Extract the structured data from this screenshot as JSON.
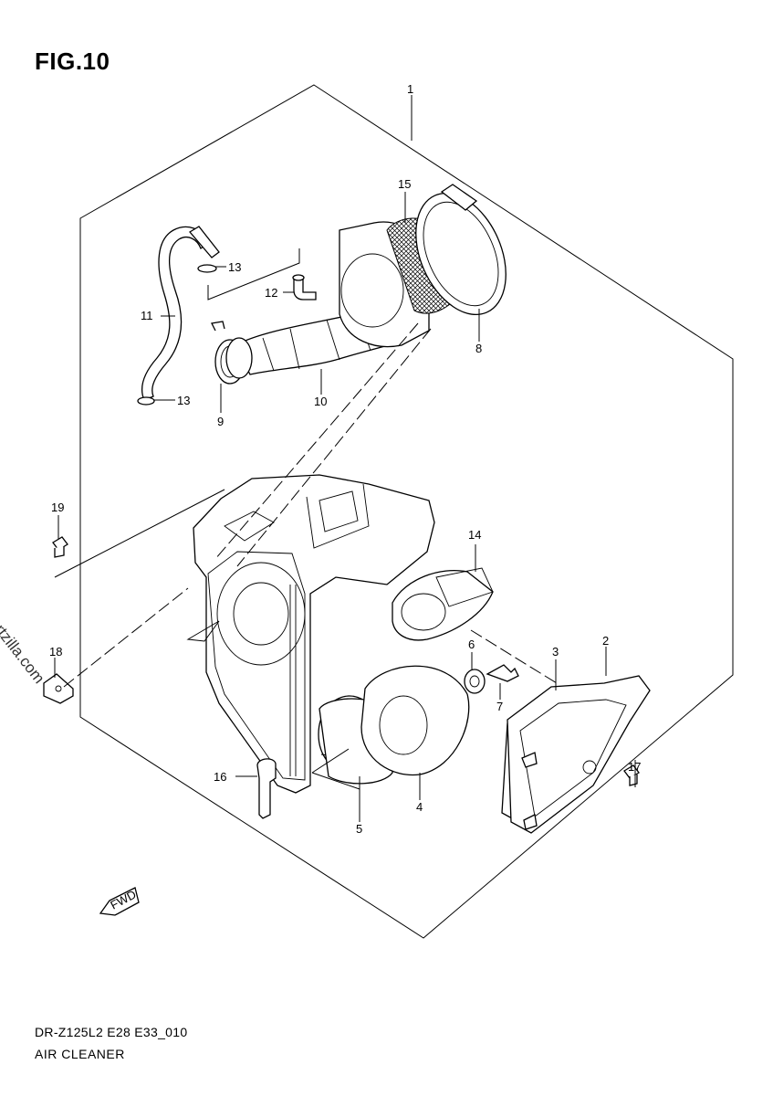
{
  "figure": {
    "title": "FIG.10",
    "model_code": "DR-Z125L2 E28 E33_010",
    "section_name": "AIR CLEANER"
  },
  "watermark": "© Partzilla.com",
  "callouts": [
    {
      "id": "c1",
      "label": "1"
    },
    {
      "id": "c2",
      "label": "2"
    },
    {
      "id": "c3",
      "label": "3"
    },
    {
      "id": "c4",
      "label": "4"
    },
    {
      "id": "c5",
      "label": "5"
    },
    {
      "id": "c6",
      "label": "6"
    },
    {
      "id": "c7",
      "label": "7"
    },
    {
      "id": "c8",
      "label": "8"
    },
    {
      "id": "c9",
      "label": "9"
    },
    {
      "id": "c10",
      "label": "10"
    },
    {
      "id": "c11",
      "label": "11"
    },
    {
      "id": "c12",
      "label": "12"
    },
    {
      "id": "c13a",
      "label": "13"
    },
    {
      "id": "c13b",
      "label": "13"
    },
    {
      "id": "c14",
      "label": "14"
    },
    {
      "id": "c15",
      "label": "15"
    },
    {
      "id": "c16",
      "label": "16"
    },
    {
      "id": "c17",
      "label": "17"
    },
    {
      "id": "c18",
      "label": "18"
    },
    {
      "id": "c19",
      "label": "19"
    }
  ]
}
